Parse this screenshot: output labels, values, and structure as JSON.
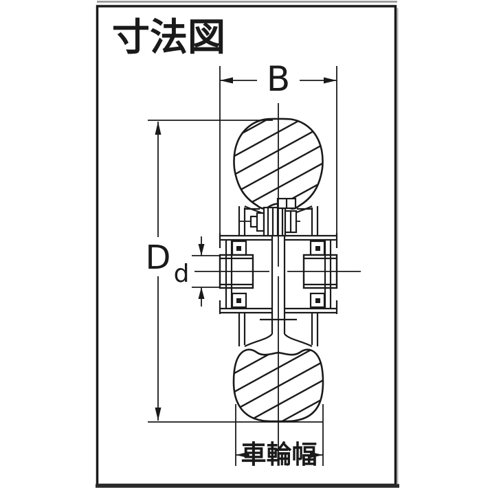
{
  "title": "寸法図",
  "labels": {
    "width": "B",
    "outer_diameter": "D",
    "bore_diameter": "d",
    "wheel_width": "車輪幅"
  },
  "colors": {
    "line": "#1a1a1a",
    "background": "#ffffff"
  }
}
